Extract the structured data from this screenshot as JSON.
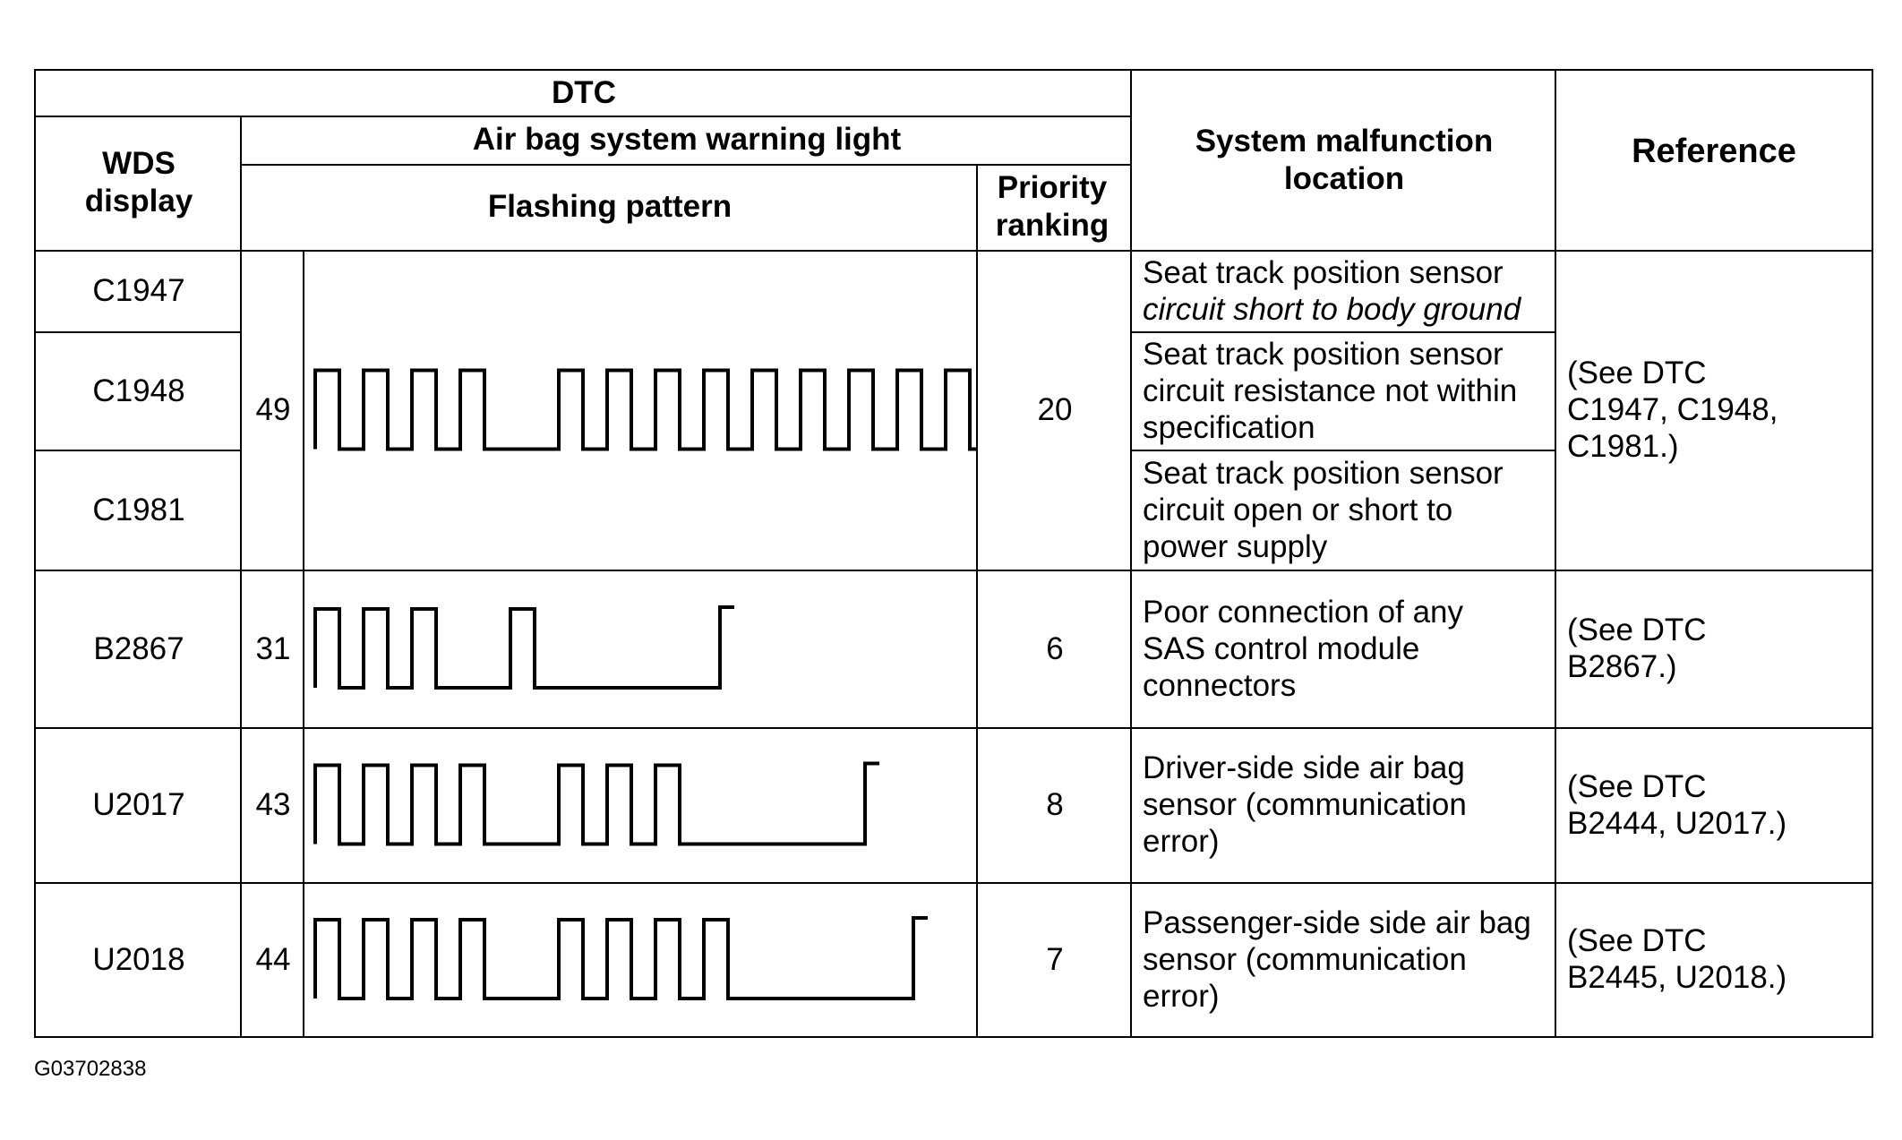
{
  "headers": {
    "dtc": "DTC",
    "wds_display": "WDS display",
    "warning_light": "Air bag system warning light",
    "flashing_pattern": "Flashing pattern",
    "priority_ranking": "Priority ranking",
    "malfunction_location": "System malfunction location",
    "reference": "Reference"
  },
  "rows": [
    {
      "wds_codes": [
        "C1947",
        "C1948",
        "C1981"
      ],
      "code": "49",
      "pattern": [
        4,
        9
      ],
      "priority": "20",
      "locations": [
        {
          "line1": "Seat track position sensor",
          "line2": "circuit short to body ground",
          "line3": ""
        },
        {
          "line1": "Seat track position sensor",
          "line2": "circuit resistance not within",
          "line3": "specification"
        },
        {
          "line1": "Seat track position sensor",
          "line2": "circuit open or short to",
          "line3": "power supply"
        }
      ],
      "reference": {
        "line1": "(See DTC",
        "line2": "C1947, C1948,",
        "line3": "C1981.)"
      }
    },
    {
      "wds_codes": [
        "B2867"
      ],
      "code": "31",
      "pattern": [
        3,
        1
      ],
      "priority": "6",
      "locations": [
        {
          "line1": "Poor connection of any",
          "line2": "SAS control module",
          "line3": "connectors"
        }
      ],
      "reference": {
        "line1": "(See DTC",
        "line2": "B2867.)"
      }
    },
    {
      "wds_codes": [
        "U2017"
      ],
      "code": "43",
      "pattern": [
        4,
        3
      ],
      "priority": "8",
      "locations": [
        {
          "line1": "Driver-side side air bag",
          "line2": "sensor (communication",
          "line3": "error)"
        }
      ],
      "reference": {
        "line1": "(See DTC",
        "line2": "B2444, U2017.)"
      }
    },
    {
      "wds_codes": [
        "U2018"
      ],
      "code": "44",
      "pattern": [
        4,
        4
      ],
      "priority": "7",
      "locations": [
        {
          "line1": "Passenger-side side air bag",
          "line2": "sensor (communication",
          "line3": "error)"
        }
      ],
      "reference": {
        "line1": "(See DTC",
        "line2": "B2445, U2018.)"
      }
    }
  ],
  "figure_id": "G03702838"
}
